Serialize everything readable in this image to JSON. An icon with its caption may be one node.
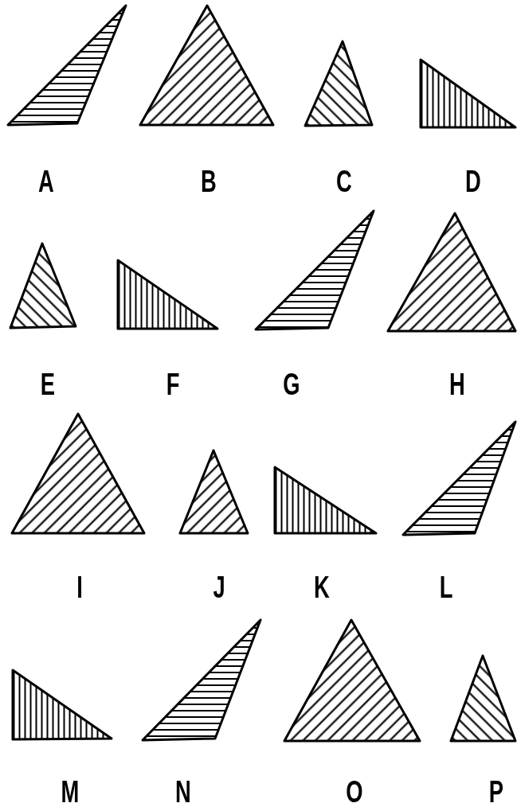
{
  "diagram": {
    "nodes": [
      {
        "text": [
          "A"
        ]
      },
      {
        "text": [
          "B"
        ]
      },
      {
        "text": [
          "C"
        ]
      },
      {
        "text": [
          "D"
        ]
      },
      {
        "text": [
          "E"
        ]
      },
      {
        "text": [
          "F"
        ]
      },
      {
        "text": [
          "G"
        ]
      },
      {
        "text": [
          "H"
        ]
      },
      {
        "text": [
          "I"
        ]
      },
      {
        "text": [
          "J"
        ]
      },
      {
        "text": [
          "K"
        ]
      },
      {
        "text": [
          "L"
        ]
      },
      {
        "text": [
          "M"
        ]
      },
      {
        "text": [
          "N"
        ]
      },
      {
        "text": [
          "O"
        ]
      },
      {
        "text": [
          "P"
        ]
      }
    ]
  }
}
